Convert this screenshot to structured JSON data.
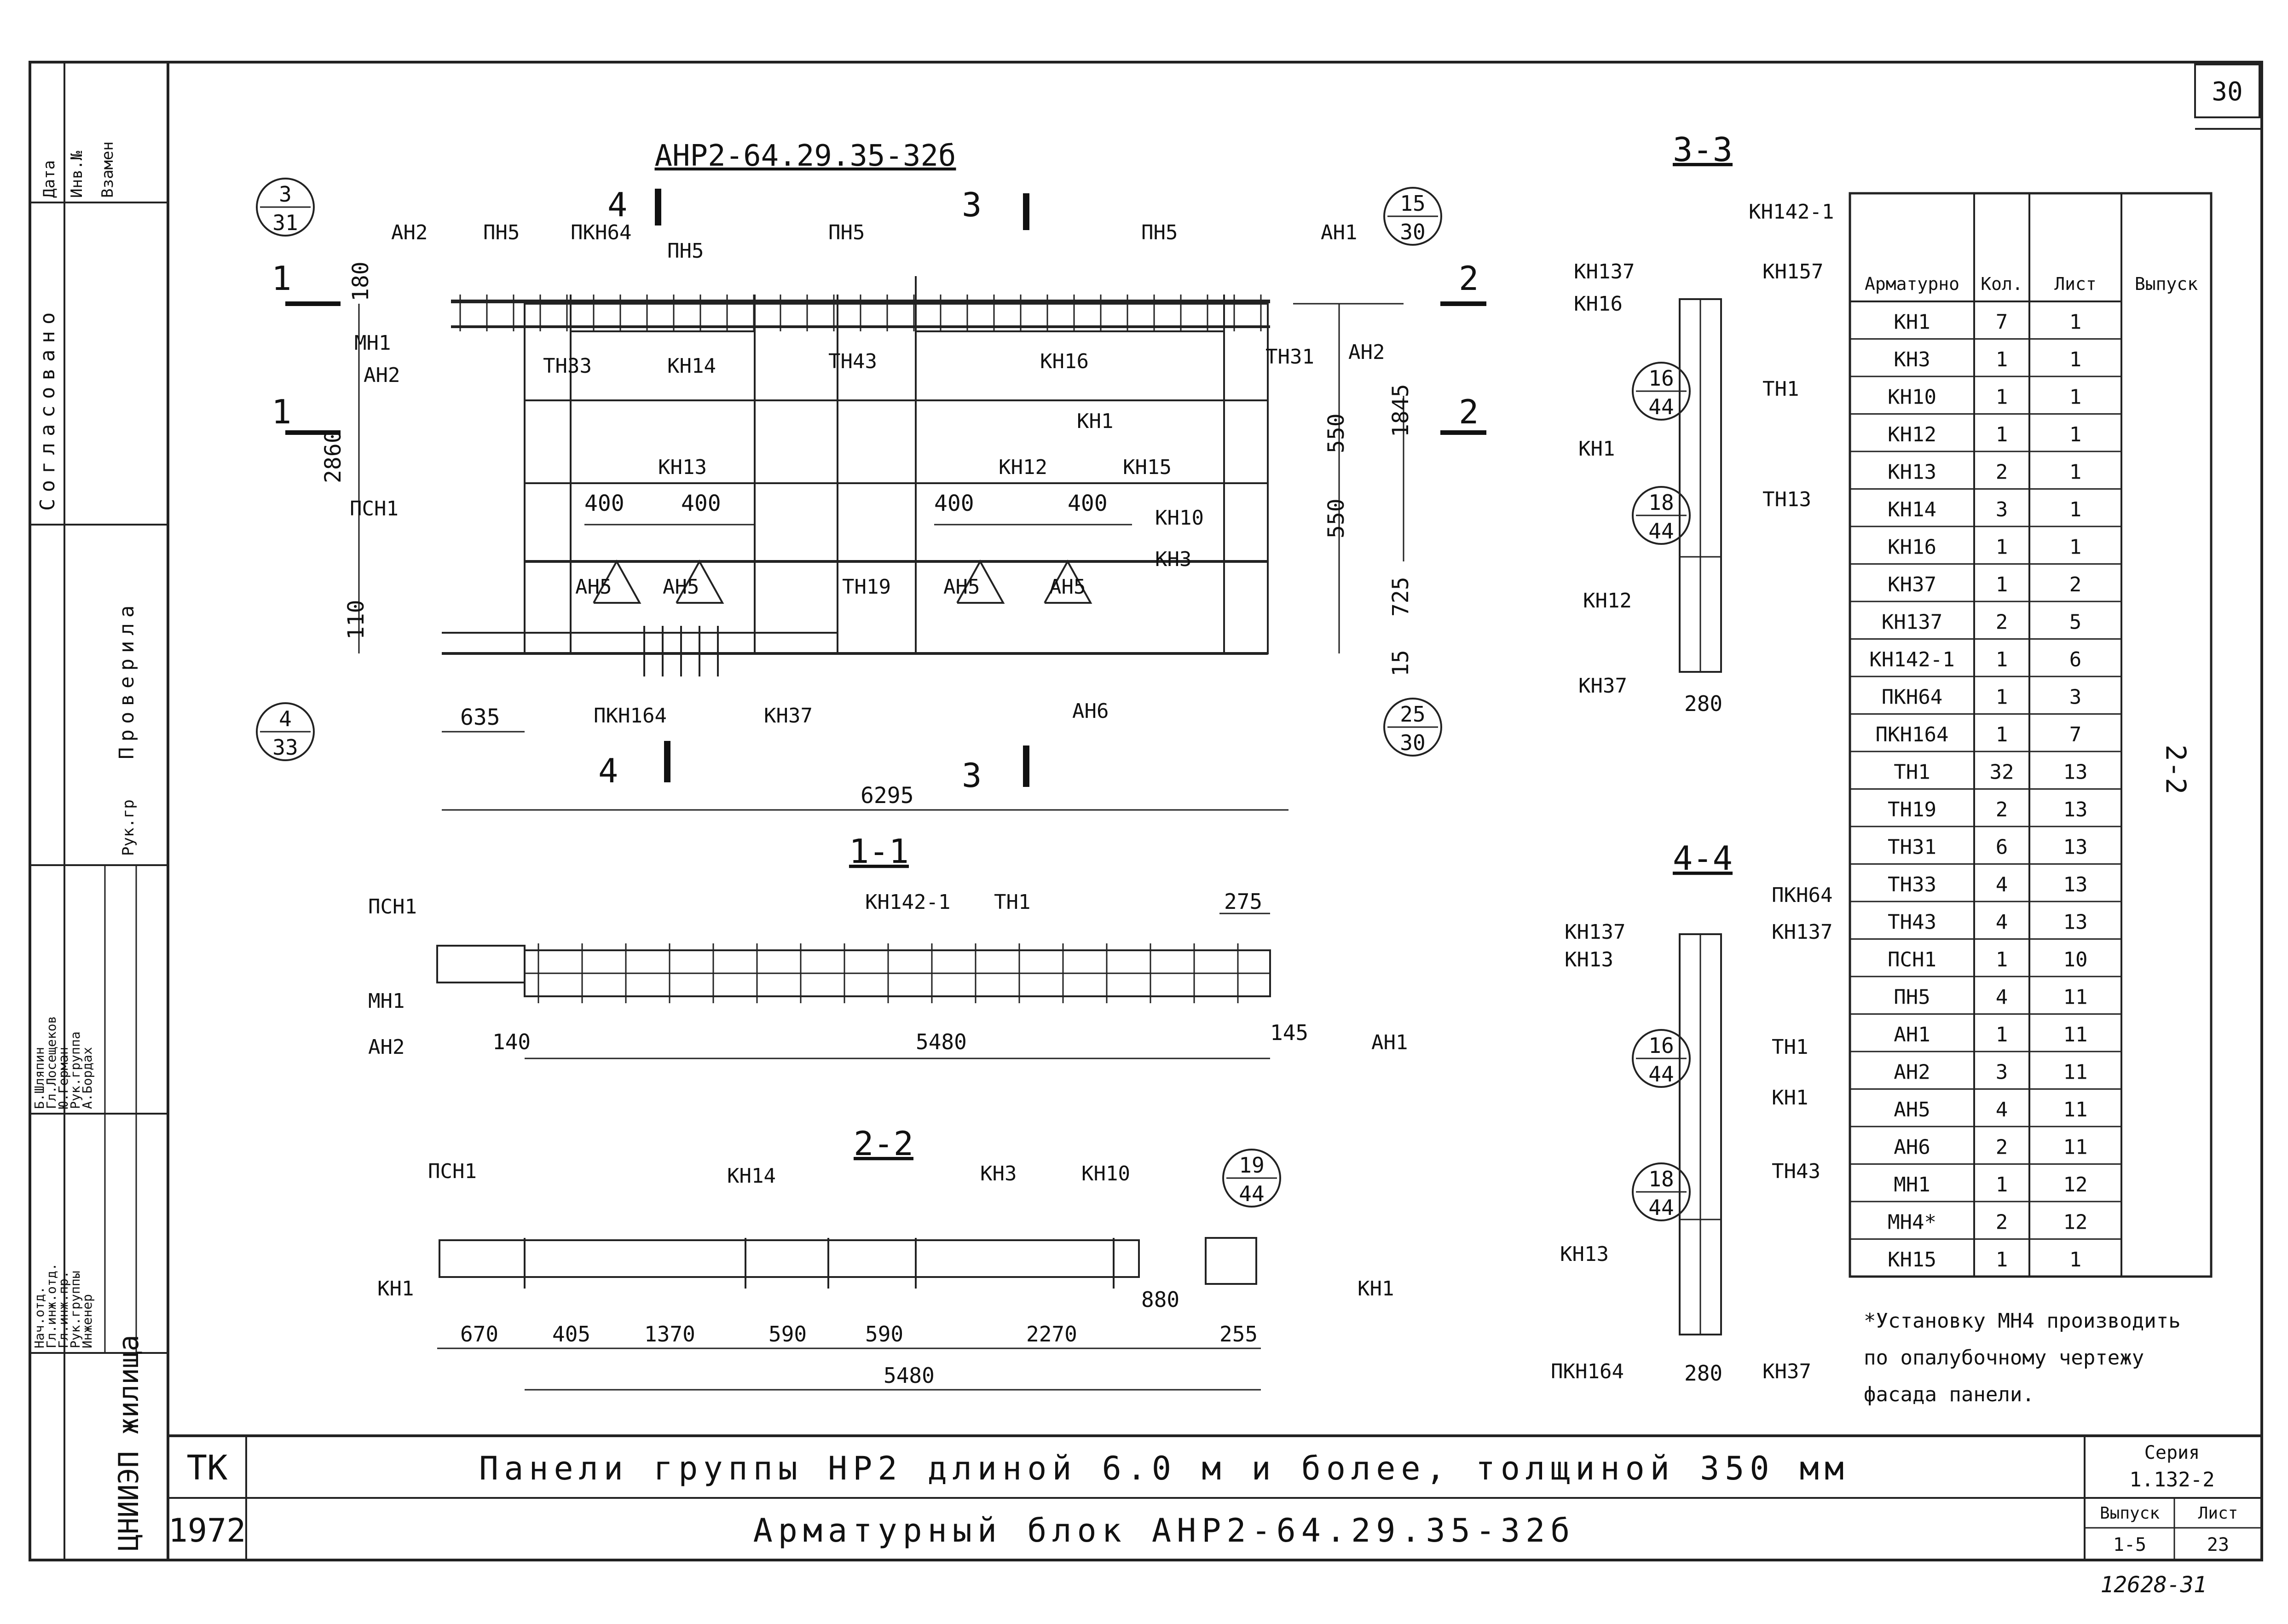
{
  "sheet_number": "30",
  "drawing": {
    "main_title": "АНР2-64.29.35-32б",
    "main_labels": [
      "АН2",
      "ПН5",
      "ПКН64",
      "ПН5",
      "ПН5",
      "ПН5",
      "АН1",
      "МН1",
      "АН2",
      "ТН33",
      "КН14",
      "ТН43",
      "КН16",
      "ТН31",
      "АН2",
      "КН1",
      "КН13",
      "КН12",
      "КН15",
      "КН10",
      "КН3",
      "АН5",
      "АН5",
      "ТН19",
      "АН5",
      "АН5",
      "ПСН1",
      "ПКН164",
      "КН37",
      "АН6"
    ],
    "main_dims": [
      "400",
      "400",
      "400",
      "400",
      "550",
      "550",
      "1845",
      "725",
      "15",
      "110",
      "635",
      "6295",
      "2860",
      "180"
    ],
    "callouts": [
      {
        "top": "3",
        "bottom": "31"
      },
      {
        "top": "15",
        "bottom": "30"
      },
      {
        "top": "4",
        "bottom": "33"
      },
      {
        "top": "25",
        "bottom": "30"
      },
      {
        "top": "16",
        "bottom": "44"
      },
      {
        "top": "18",
        "bottom": "44"
      },
      {
        "top": "19",
        "bottom": "44"
      },
      {
        "top": "16",
        "bottom": "44"
      },
      {
        "top": "18",
        "bottom": "44"
      }
    ],
    "cut_labels": [
      "4",
      "3",
      "1",
      "2",
      "4",
      "3",
      "1",
      "2"
    ],
    "section_1_1": {
      "title": "1-1",
      "labels": [
        "ПСН1",
        "КН142-1",
        "ТН1",
        "МН1",
        "АН2",
        "АН1"
      ],
      "dims": [
        "275",
        "140",
        "5480",
        "145"
      ]
    },
    "section_2_2": {
      "title": "2-2",
      "labels": [
        "ПСН1",
        "КН14",
        "КН3",
        "КН10",
        "КН1",
        "КН1"
      ],
      "dims": [
        "670",
        "405",
        "1370",
        "590",
        "590",
        "2270",
        "880",
        "255",
        "5480"
      ]
    },
    "section_3_3": {
      "title": "3-3",
      "labels": [
        "КН142-1",
        "КН137",
        "КН16",
        "КН157",
        "ТН1",
        "КН1",
        "ТН13",
        "КН12",
        "КН37"
      ],
      "dims": [
        "280"
      ]
    },
    "section_4_4": {
      "title": "4-4",
      "labels": [
        "КН137",
        "КН13",
        "ПКН64",
        "КН137",
        "ТН1",
        "КН1",
        "ТН43",
        "КН13",
        "ПКН164",
        "КН37"
      ],
      "dims": [
        "280"
      ]
    }
  },
  "spec_table": {
    "headers": [
      "Арматурное изделие",
      "Кол.",
      "Лист",
      "Выпуск"
    ],
    "rows": [
      [
        "КН1",
        "7",
        "1"
      ],
      [
        "КН3",
        "1",
        "1"
      ],
      [
        "КН10",
        "1",
        "1"
      ],
      [
        "КН12",
        "1",
        "1"
      ],
      [
        "КН13",
        "2",
        "1"
      ],
      [
        "КН14",
        "3",
        "1"
      ],
      [
        "КН16",
        "1",
        "1"
      ],
      [
        "КН37",
        "1",
        "2"
      ],
      [
        "КН137",
        "2",
        "5"
      ],
      [
        "КН142-1",
        "1",
        "6"
      ],
      [
        "ПКН64",
        "1",
        "3"
      ],
      [
        "ПКН164",
        "1",
        "7"
      ],
      [
        "ТН1",
        "32",
        "13"
      ],
      [
        "ТН19",
        "2",
        "13"
      ],
      [
        "ТН31",
        "6",
        "13"
      ],
      [
        "ТН33",
        "4",
        "13"
      ],
      [
        "ТН43",
        "4",
        "13"
      ],
      [
        "ПСН1",
        "1",
        "10"
      ],
      [
        "ПН5",
        "4",
        "11"
      ],
      [
        "АН1",
        "1",
        "11"
      ],
      [
        "АН2",
        "3",
        "11"
      ],
      [
        "АН5",
        "4",
        "11"
      ],
      [
        "АН6",
        "2",
        "11"
      ],
      [
        "МН1",
        "1",
        "12"
      ],
      [
        "МН4*",
        "2",
        "12"
      ],
      [
        "КН15",
        "1",
        "1"
      ]
    ],
    "vypusk_value": "2-2",
    "note": "*Установку МН4 производить по опалубочному чертежу фасада панели."
  },
  "title_block": {
    "org": "ЦНИИЭП жилища",
    "code": "ТК",
    "year": "1972",
    "title_line1": "Панели группы НР2 длиной 6.0 м и более, толщиной 350 мм",
    "title_line2": "Арматурный блок АНР2-64.29.35-32б",
    "series_label": "Серия",
    "series_value": "1.132-2",
    "issue_label": "Выпуск",
    "issue_value": "1-5",
    "sheet_label": "Лист",
    "sheet_value": "23",
    "stamp_number": "12628-31"
  },
  "side_stamps": {
    "col1": [
      "Дата",
      "Инв.№",
      "Взамен"
    ],
    "agreed": "Согласовано",
    "checked": "Проверила",
    "roles": [
      "Нач.отд.",
      "Гл.инж.отд.",
      "Гл.инж.пр.",
      "Рук.группы",
      "Инженер"
    ],
    "names": [
      "Б.Шляпин",
      "Гл.Лосещеков",
      "Ю.Герман",
      "Рук.группа",
      "А.Бордах"
    ],
    "rukgr": "Рук.гр"
  }
}
